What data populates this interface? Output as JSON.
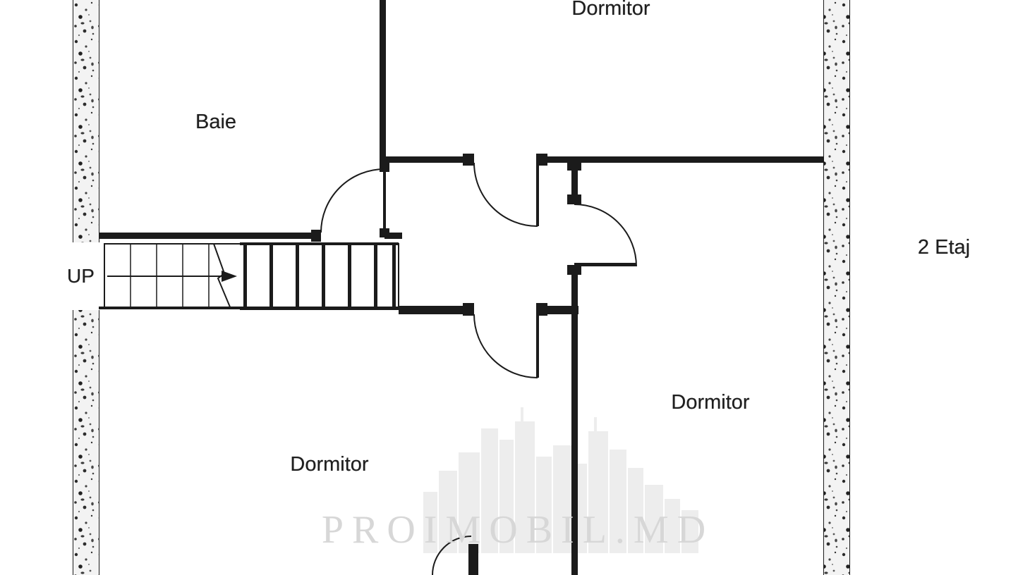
{
  "floor": {
    "label": "2 Etaj"
  },
  "stairs": {
    "direction_label": "UP"
  },
  "rooms": {
    "bathroom": {
      "label": "Baie"
    },
    "bedroom_top": {
      "label": "Dormitor"
    },
    "bedroom_right": {
      "label": "Dormitor"
    },
    "bedroom_bottom": {
      "label": "Dormitor"
    }
  },
  "watermark": {
    "text": "PROIMOBIL.MD"
  },
  "colors": {
    "wall": "#1b1b1b",
    "background": "#ffffff",
    "watermark_text": "#d7d7d7",
    "watermark_skyline": "#ededed"
  }
}
